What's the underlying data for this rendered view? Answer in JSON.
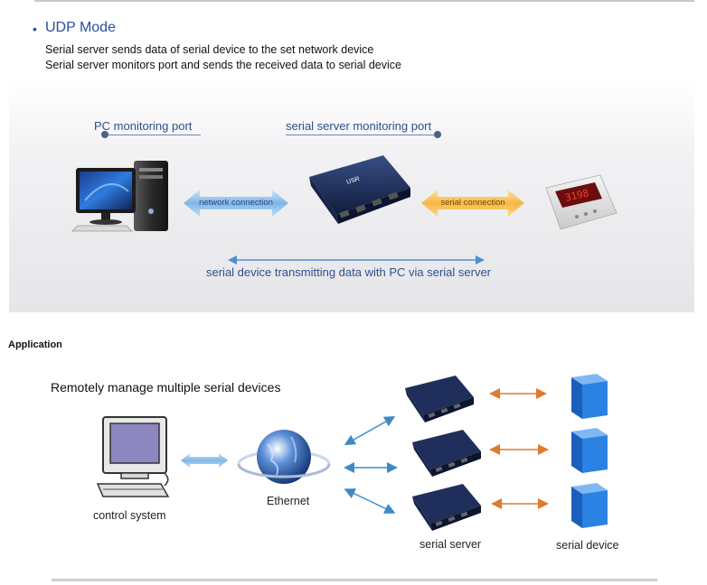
{
  "udp": {
    "title": "UDP Mode",
    "bullet": "•",
    "line1": "Serial server sends data of serial device to the set network device",
    "line2": "Serial server monitors port and sends the received data to serial device",
    "pc_port_label": "PC monitoring port",
    "server_port_label": "serial server monitoring port",
    "network_connection": "network connection",
    "serial_connection": "serial connection",
    "transmitting_label": "serial device transmitting data with PC via serial server",
    "device_display": "3198"
  },
  "application": {
    "heading": "Application",
    "subtitle": "Remotely manage multiple serial devices",
    "control_system": "control system",
    "ethernet": "Ethernet",
    "serial_server": "serial server",
    "serial_device": "serial device",
    "server_badge": "USR"
  },
  "colors": {
    "title_blue": "#2a4f9a",
    "label_blue": "#2d4f8e",
    "network_arrow": "#7fb6e6",
    "serial_arrow": "#f5b843",
    "orange_link": "#e07a2e",
    "blue_link": "#3c8ac7",
    "cube_blue": "#1f6fd1"
  }
}
